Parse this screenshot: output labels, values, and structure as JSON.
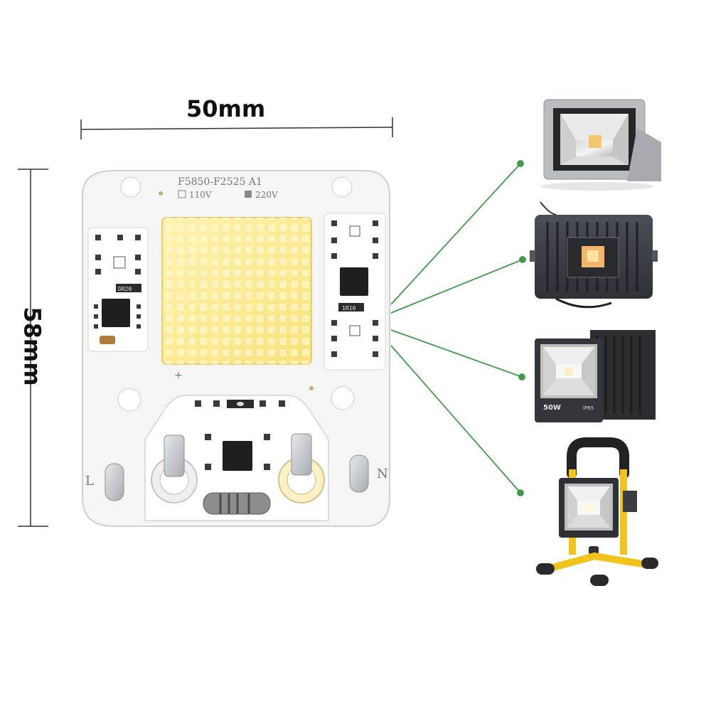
{
  "dimensions": {
    "width_label": "50mm",
    "height_label": "58mm"
  },
  "board": {
    "model_text": "F5850-F2525 A1",
    "voltage_110_label": "110V",
    "voltage_220_label": "220V",
    "left_terminal_label": "L",
    "right_terminal_label": "N",
    "plus_mark": "+",
    "chip_code_1": "DR20",
    "chip_code_2": "1R10"
  },
  "applications": {
    "lamp_3_power_label": "50W",
    "lamp_3_rating_label": "IP65"
  },
  "colors": {
    "board": "#f4f4f4",
    "led_area": "#fbe98f",
    "connector_line": "#3f9a4a",
    "fixture_dark": "#3b3f45",
    "stand_yellow": "#f2c31a"
  }
}
